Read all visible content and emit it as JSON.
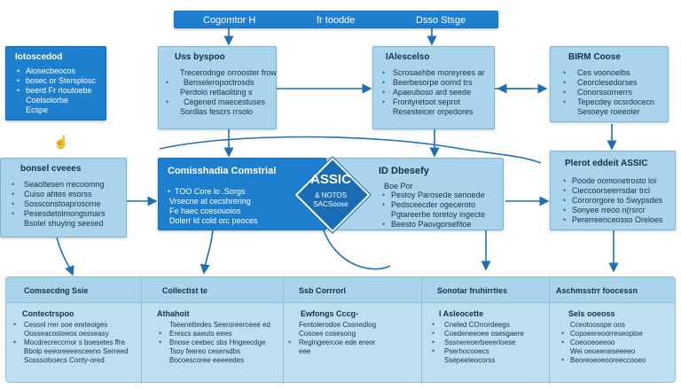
{
  "top_bar": {
    "left": "Cogomtor H",
    "middle": "fr toodde",
    "right": "Dsso Stsge"
  },
  "box_left_top": {
    "title": "Iotoscedod",
    "items": [
      "Alosecbeocos",
      "bosec or Stersplosc",
      "beerd Fr rtoutoebe",
      "Coelsolorbe",
      "Ecspe"
    ]
  },
  "box_us_byspoo": {
    "title": "Uss byspoo",
    "items": [
      "Trecerodnge orrooster frow",
      "Benseleropoctrosds",
      "Perdolo retlaoliting s",
      "Cegened maecestuses",
      "Sordlas fescrs rrsolo"
    ]
  },
  "box_alescelso": {
    "title": "IAlescelso",
    "items": [
      "Scrosaehbe moreyrees ar",
      "Beerbesorpe oornd trs",
      "Apaeuboso ard seede",
      "Frontyretoot seprot",
      "Resesteicer orpedores"
    ]
  },
  "box_birm": {
    "title": "BIRM Coose",
    "items": [
      "Ces voonoelbs",
      "Ceorclesedorses",
      "Conorssornerrs",
      "Tepecdey ocsrdocecn",
      "Sesoeye roeeoler"
    ]
  },
  "box_bond": {
    "title": "bonsel cveees",
    "items": [
      "Seaoltesen rrecoomng",
      "Cuiso ahtes esorss",
      "Sossconstoaprosome",
      "Pesesdetolmongsmars",
      "Bsolel shuying seesed"
    ]
  },
  "box_center": {
    "title": "Comisshadia Comstrial",
    "items": [
      "TOO Core lo .Sorgs",
      "Vrsecne at cecshrering",
      "Fe haec coesouoios",
      "Dolerr ld cold orc peoces"
    ]
  },
  "diamond": {
    "title": "ASSIC",
    "line1": "& NOTOS",
    "line2": "SACSoose"
  },
  "box_dbesefy": {
    "title": "ID Dbesefy",
    "items": [
      "Boe Por",
      "Pestoy Parosede senoede",
      "Pedsceecder ogeceroto",
      "Pgtareerbe toretoy ingecte",
      "Beesto Paovgorsefitoe"
    ]
  },
  "box_plerot": {
    "title": "Plerot eddeit ASSIC",
    "items": [
      "Poode oomonetrosto loi",
      "Cieccoorseerrsdar trcl",
      "Corororgore to Swypsdes",
      "Sonyee rreoo n(rsrcr",
      "Pererreenceosso Oreloes"
    ]
  },
  "bottom_panel": {
    "columns": [
      {
        "header": "Comsecdng Ssie",
        "title": "Contectrspoo",
        "items": [
          "Cessnl rrer ooe ereteoiges",
          "Oosseacosteeos oesseasy",
          "Mocdrecreccmor s boesetes ffre",
          "Bbolp eeeoreeeesceeno Serreed",
          "Sosssolsoecs Conty-ored"
        ]
      },
      {
        "header": "Collectist te",
        "title": "Athahoit",
        "items": [
          "Tseenettedes Seeroreerceee ed",
          "Erescs aaeuts eees",
          "Bnose ceebec sbs Hngeecdge",
          "Tsoy feereo cesersdbs",
          "Bocoescoree eeeeedes"
        ]
      },
      {
        "header": "Ssb Corrrorl",
        "title": "Ewfongs Cccg-",
        "items": [
          "Fentolerodoe Cssnedlog",
          "Cosoee cosesong",
          "Regingeercoe ede ereor",
          "eee"
        ]
      },
      {
        "header": "Sonotar fruhirrties",
        "title": "I Asleocette",
        "items": [
          "Cneled COrrordeegs",
          "Coedeneeoee osesgaere",
          "Sssnereoerbeeerloese",
          "Pserhocooecs",
          "Ssepeeteocorss"
        ]
      },
      {
        "header": "Aschmsstrr foocessn",
        "title": "Seis ooeoss",
        "items": [
          "Cceotoosspe oos",
          "Copoeereoorreseoploe",
          "Coeooeoeeoo",
          "Wei oeoeeneseeeeo",
          "Beoreoeoeooreeccooeo"
        ]
      }
    ]
  },
  "colors": {
    "dark_box": "#1f7fcf",
    "light_box": "#a9d4ec",
    "arrow": "#1f6fb8",
    "panel": "#bfdff1"
  }
}
